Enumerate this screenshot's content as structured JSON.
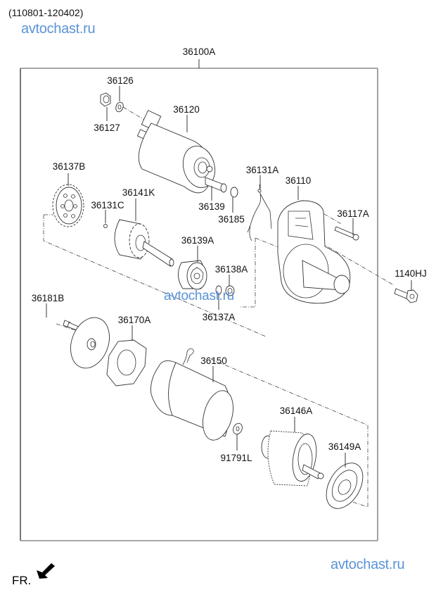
{
  "header": {
    "date_range": "(110801-120402)",
    "watermark": "avtochast.ru"
  },
  "assembly": {
    "part_number": "36100A",
    "title": "Starter motor assembly exploded view"
  },
  "parts": [
    {
      "id": "36126",
      "label": "36126",
      "name": "washer"
    },
    {
      "id": "36127",
      "label": "36127",
      "name": "nut"
    },
    {
      "id": "36120",
      "label": "36120",
      "name": "solenoid switch"
    },
    {
      "id": "36137B",
      "label": "36137B",
      "name": "gear"
    },
    {
      "id": "36131C",
      "label": "36131C",
      "name": "ball"
    },
    {
      "id": "36141K",
      "label": "36141K",
      "name": "shaft gear"
    },
    {
      "id": "36139",
      "label": "36139",
      "name": "plunger"
    },
    {
      "id": "36185",
      "label": "36185",
      "name": "ring"
    },
    {
      "id": "36131A",
      "label": "36131A",
      "name": "lever fork"
    },
    {
      "id": "36110",
      "label": "36110",
      "name": "front housing"
    },
    {
      "id": "36117A",
      "label": "36117A",
      "name": "bolt"
    },
    {
      "id": "36139A",
      "label": "36139A",
      "name": "pinion clutch"
    },
    {
      "id": "36138A",
      "label": "36138A",
      "name": "stop collar"
    },
    {
      "id": "36137A",
      "label": "36137A",
      "name": "snap ring"
    },
    {
      "id": "1140HJ",
      "label": "1140HJ",
      "name": "flange bolt"
    },
    {
      "id": "36181B",
      "label": "36181B",
      "name": "through bolt"
    },
    {
      "id": "36170A",
      "label": "36170A",
      "name": "brush holder"
    },
    {
      "id": "36150",
      "label": "36150",
      "name": "yoke"
    },
    {
      "id": "36146A",
      "label": "36146A",
      "name": "armature"
    },
    {
      "id": "91791L",
      "label": "91791L",
      "name": "washer"
    },
    {
      "id": "36149A",
      "label": "36149A",
      "name": "plate"
    }
  ],
  "footer": {
    "direction_label": "FR.",
    "direction_icon": "arrow-front-icon",
    "watermark": "avtochast.ru"
  },
  "colors": {
    "watermark": "#5b93d6",
    "frame": "#8a8a8a",
    "line": "#333333"
  }
}
